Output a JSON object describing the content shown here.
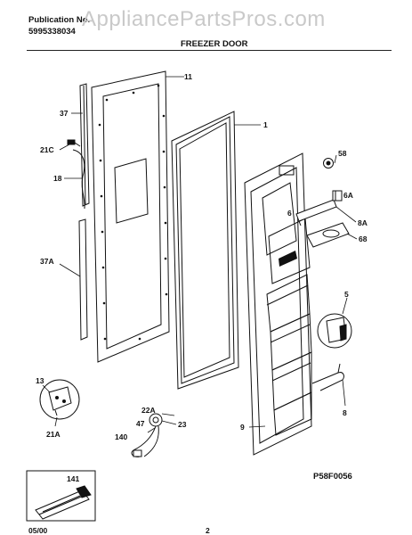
{
  "header": {
    "publication_label": "Publication No.",
    "publication_number": "5995338034",
    "section_title": "FREEZER DOOR",
    "watermark": "AppliancePartsPros.com"
  },
  "footer": {
    "date": "05/00",
    "page_number": "2",
    "figure_code": "P58F0056"
  },
  "callouts": {
    "c11": "11",
    "c1": "1",
    "c37": "37",
    "c21C": "21C",
    "c18": "18",
    "c37A": "37A",
    "c13": "13",
    "c21A": "21A",
    "c58": "58",
    "c6A": "6A",
    "c6": "6",
    "c8A": "8A",
    "c68": "68",
    "c5": "5",
    "c8": "8",
    "c9": "9",
    "c22A": "22A",
    "c47": "47",
    "c23": "23",
    "c140": "140",
    "c141": "141"
  }
}
